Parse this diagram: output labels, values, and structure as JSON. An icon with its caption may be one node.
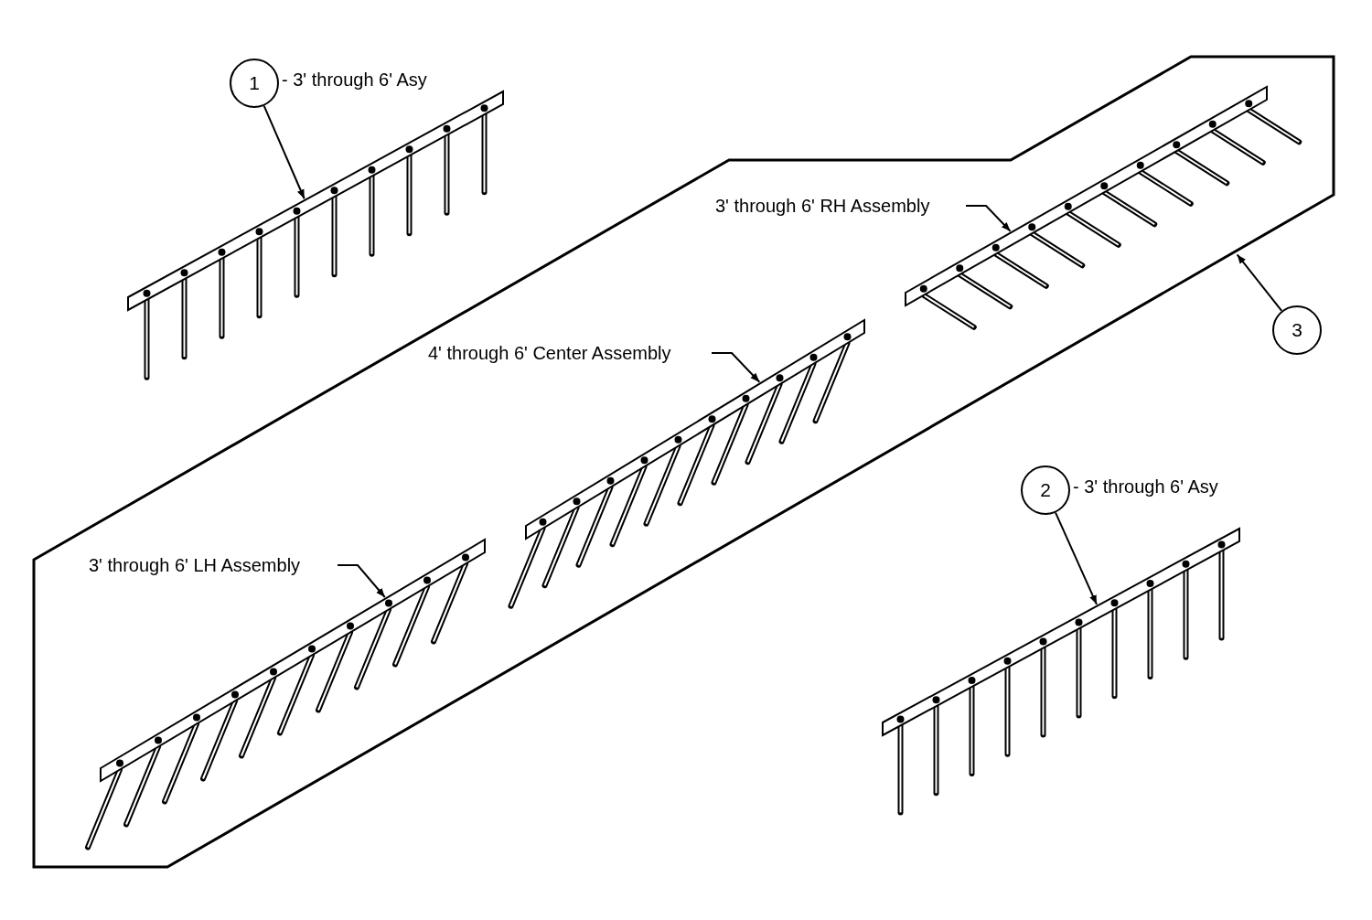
{
  "diagram": {
    "nodes": [
      {
        "text": [
          "1"
        ],
        "beside": [
          "- 3' through 6' Asy"
        ]
      },
      {
        "text": [],
        "shape": "picture"
      },
      {
        "text": [
          "2"
        ],
        "beside": [
          "- 3' through 6' Asy"
        ]
      },
      {
        "text": [],
        "shape": "picture"
      },
      {
        "text": [
          "3"
        ]
      },
      {
        "text": [],
        "shape": "box"
      },
      {
        "text": [
          "3' through 6' RH Assembly"
        ],
        "in": 5
      },
      {
        "text": [],
        "shape": "picture",
        "in": 5
      },
      {
        "text": [
          "4' through 6' Center Assembly"
        ],
        "in": 5
      },
      {
        "text": [],
        "shape": "picture",
        "in": 5
      },
      {
        "text": [
          "3' through 6' LH Assembly"
        ],
        "in": 5
      },
      {
        "text": [],
        "shape": "picture",
        "in": 5
      }
    ],
    "edges": [
      {
        "from": 0,
        "to": 1,
        "arrow": "to"
      },
      {
        "from": 2,
        "to": 3,
        "arrow": "to"
      },
      {
        "from": 4,
        "to": 5,
        "arrow": "to"
      },
      {
        "from": 6,
        "to": 7,
        "arrow": "to"
      },
      {
        "from": 8,
        "to": 9,
        "arrow": "to"
      },
      {
        "from": 10,
        "to": 11,
        "arrow": "to"
      }
    ]
  }
}
